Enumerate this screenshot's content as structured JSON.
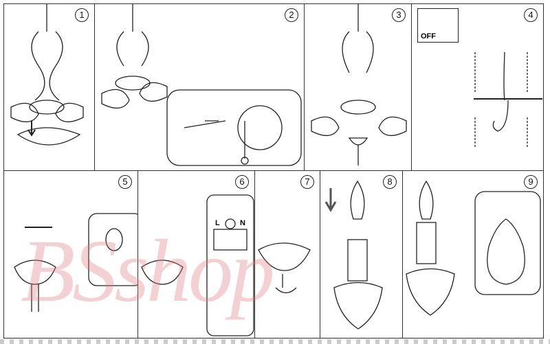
{
  "steps": [
    "1",
    "2",
    "3",
    "4",
    "5",
    "6",
    "7",
    "8",
    "9"
  ],
  "switch_label": "OFF",
  "terminal_labels": {
    "live": "L",
    "neutral": "N"
  },
  "watermark": "BSshop"
}
